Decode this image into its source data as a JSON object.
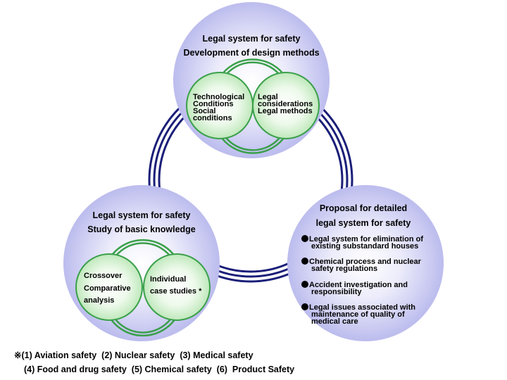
{
  "top": {
    "line1": "Legal system for safety",
    "line2": "Development of design methods",
    "left_circle": [
      "Technological",
      "Conditions",
      "Social",
      "conditions"
    ],
    "right_circle": [
      "Legal",
      "considerations",
      "Legal methods"
    ]
  },
  "bottom_left": {
    "line1": "Legal system for safety",
    "line2": "Study of basic knowledge",
    "left_circle": [
      "Crossover",
      "Comparative",
      "analysis"
    ],
    "right_circle": [
      "Individual",
      "case studies *"
    ]
  },
  "bottom_right": {
    "line1": "Proposal for detailed",
    "line2": "legal system for safety",
    "items": [
      [
        "Legal system for elimination of",
        "existing substandard houses"
      ],
      [
        "Chemical process and nuclear",
        "safety regulations"
      ],
      [
        "Accident investigation and",
        "responsibility"
      ],
      [
        "Legal issues associated with",
        "maintenance of quality of",
        "medical care"
      ]
    ]
  },
  "footnote": {
    "line1": "※(1) Aviation safety  (2) Nuclear safety  (3) Medical safety",
    "line2": "(4) Food and drug safety  (5) Chemical safety  (6)  Product Safety"
  },
  "colors": {
    "big_circle": "#c8c8f0",
    "small_circle": "#cdeeca",
    "small_circle_stroke": "#3aa04a",
    "ring": "#1a1e78"
  }
}
